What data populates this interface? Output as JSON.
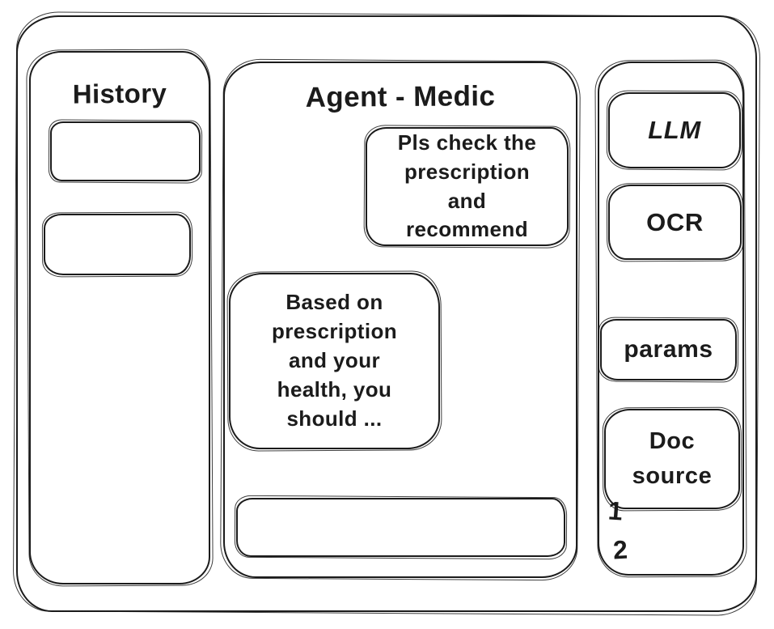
{
  "window": {
    "background": "#ffffff",
    "stroke_color": "#1b1b1b"
  },
  "history": {
    "title": "History",
    "items": [
      {
        "label": ""
      },
      {
        "label": ""
      }
    ]
  },
  "chat": {
    "title": "Agent - Medic",
    "messages": [
      {
        "align": "right",
        "text": "Pls check the prescription and recommend"
      },
      {
        "align": "left",
        "text": "Based on prescription and your health, you should ..."
      }
    ],
    "input": {
      "value": "",
      "placeholder": ""
    }
  },
  "tools": {
    "buttons": [
      {
        "label": "LLM"
      },
      {
        "label": "OCR"
      },
      {
        "label": "params"
      },
      {
        "label": "Doc source"
      }
    ],
    "doc_source_items": [
      {
        "label": "1"
      },
      {
        "label": "2"
      }
    ]
  }
}
